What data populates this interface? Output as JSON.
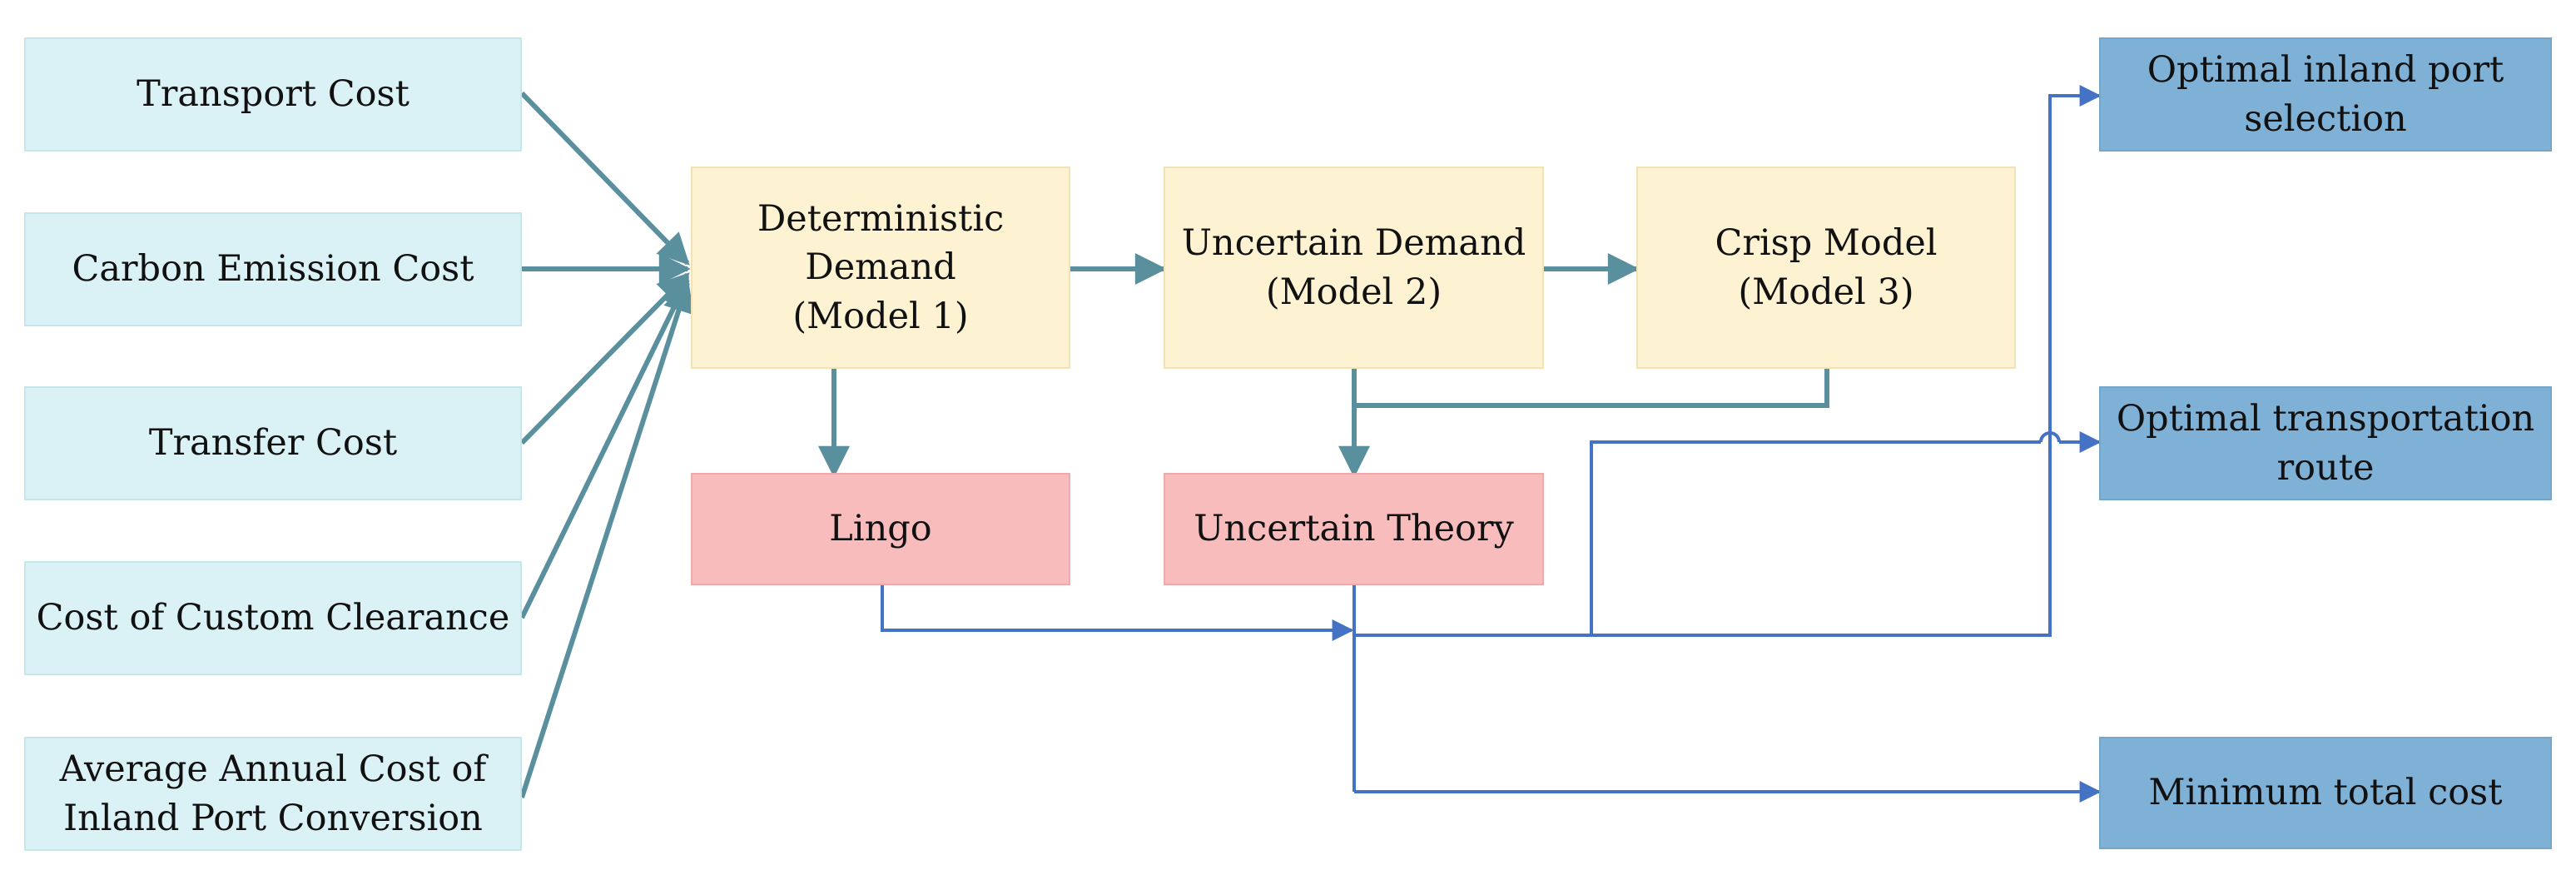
{
  "diagram": {
    "inputs": [
      {
        "id": "transport",
        "lines": [
          "Transport Cost"
        ]
      },
      {
        "id": "carbon",
        "lines": [
          "Carbon Emission Cost"
        ]
      },
      {
        "id": "transfer",
        "lines": [
          "Transfer Cost"
        ]
      },
      {
        "id": "customs",
        "lines": [
          "Cost of Custom Clearance"
        ]
      },
      {
        "id": "conversion",
        "lines": [
          "Average Annual Cost of",
          "Inland Port Conversion"
        ]
      }
    ],
    "models": [
      {
        "id": "model1",
        "lines": [
          "Deterministic",
          "Demand",
          "(Model 1)"
        ]
      },
      {
        "id": "model2",
        "lines": [
          "Uncertain Demand",
          "(Model 2)"
        ]
      },
      {
        "id": "model3",
        "lines": [
          "Crisp Model",
          "(Model 3)"
        ]
      }
    ],
    "tools": [
      {
        "id": "lingo",
        "lines": [
          "Lingo"
        ]
      },
      {
        "id": "theory",
        "lines": [
          "Uncertain Theory"
        ]
      }
    ],
    "outputs": [
      {
        "id": "port",
        "lines": [
          "Optimal inland port",
          "selection"
        ]
      },
      {
        "id": "route",
        "lines": [
          "Optimal transportation",
          "route"
        ]
      },
      {
        "id": "cost",
        "lines": [
          "Minimum total cost"
        ]
      }
    ],
    "colors": {
      "input_fill": "#daf1f5",
      "model_fill": "#fdf3d3",
      "tool_fill": "#f9bcbd",
      "output_fill": "#7fb0d6",
      "teal_arrow": "#5a8f9e",
      "blue_line": "#4472c4"
    }
  }
}
